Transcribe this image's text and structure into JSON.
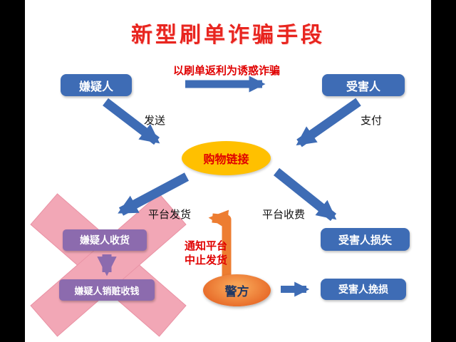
{
  "title": "新型刷单诈骗手段",
  "nodes": {
    "suspect": "嫌疑人",
    "victim": "受害人",
    "shopping_link": "购物链接",
    "suspect_receive": "嫌疑人收货",
    "suspect_sell": "嫌疑人销赃收钱",
    "victim_loss": "受害人损失",
    "police": "警方",
    "victim_recover": "受害人挽损"
  },
  "labels": {
    "lure": "以刷单返利为诱惑诈骗",
    "send": "发送",
    "pay": "支付",
    "platform_ship": "平台发货",
    "platform_charge": "平台收费",
    "notify_line1": "通知平台",
    "notify_line2": "中止发货"
  },
  "colors": {
    "title_red": "#e8251f",
    "node_blue": "#3e6cb5",
    "arrow_blue": "#3e6cb5",
    "link_gold": "#ffc000",
    "link_text_red": "#e00000",
    "purple": "#8c6bae",
    "cross_pink": "#f2a7b6",
    "police_orange": "#ed7d31",
    "note_red": "#e00000"
  }
}
